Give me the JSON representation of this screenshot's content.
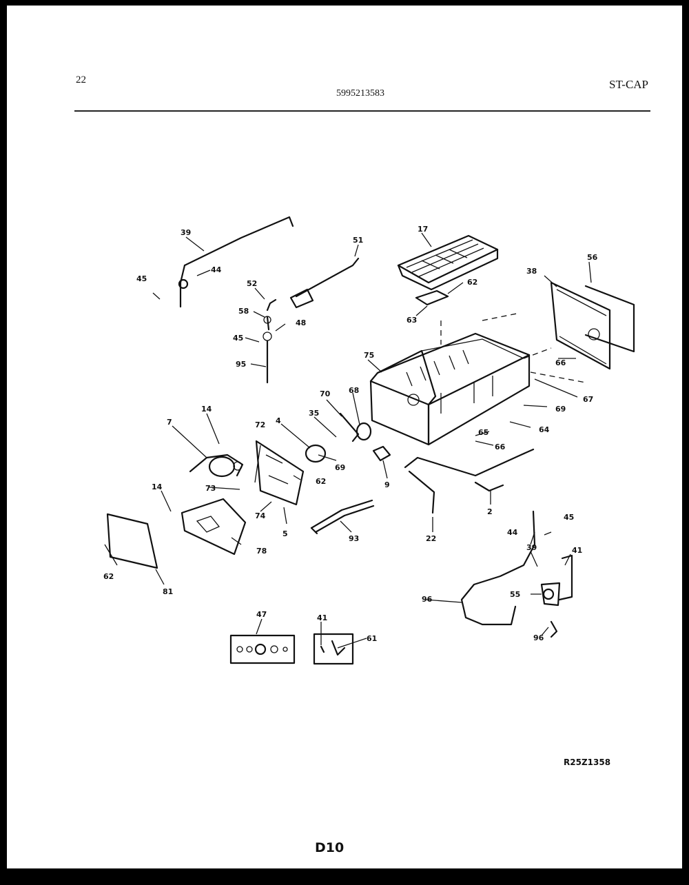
{
  "header": {
    "page_number": "22",
    "part_number": "5995213583",
    "model_code": "ST-CAP"
  },
  "footer": {
    "drawing_code": "R25Z1358",
    "page_code": "D10"
  },
  "callouts": [
    "39",
    "44",
    "45",
    "51",
    "52",
    "58",
    "48",
    "45",
    "95",
    "17",
    "62",
    "63",
    "38",
    "56",
    "75",
    "66",
    "67",
    "69",
    "64",
    "65",
    "66",
    "2",
    "22",
    "7",
    "14",
    "72",
    "4",
    "35",
    "70",
    "68",
    "62",
    "69",
    "9",
    "73",
    "74",
    "5",
    "14",
    "78",
    "62",
    "81",
    "93",
    "44",
    "45",
    "39",
    "41",
    "55",
    "96",
    "96",
    "47",
    "41",
    "61"
  ]
}
